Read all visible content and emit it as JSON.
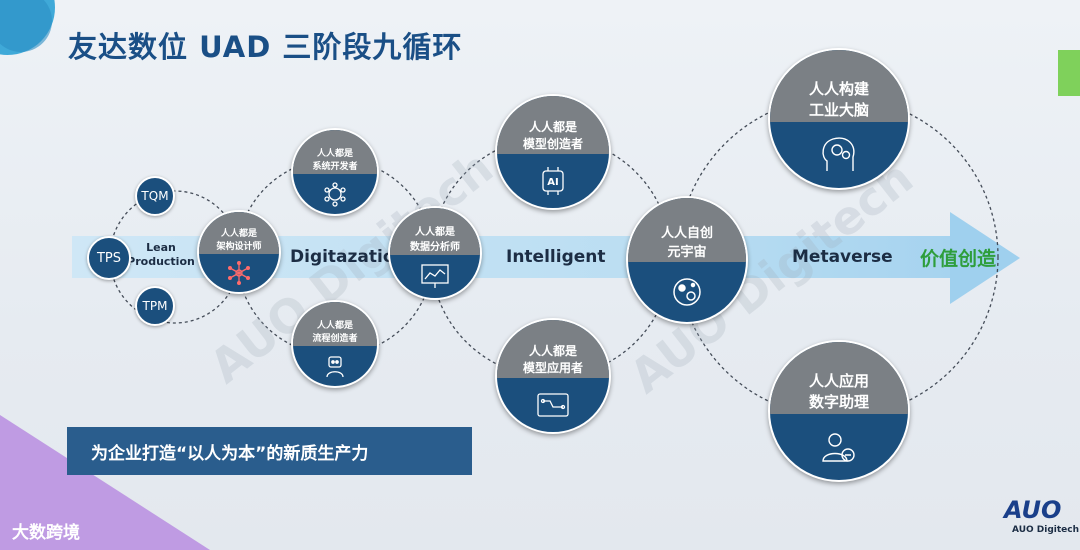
{
  "title": "友达数位 UAD 三阶段九循环",
  "stages": {
    "digitazation": "Digitazation",
    "intelligent": "Intelligent",
    "metaverse": "Metaverse"
  },
  "value_label": "价值创造",
  "lean": "Lean\nProduction",
  "small_circles": {
    "tps": "TPS",
    "tqm": "TQM",
    "tpm": "TPM"
  },
  "nodes": {
    "architect": "人人都是\n架构设计师",
    "developer": "人人都是\n系统开发者",
    "process": "人人都是\n流程创造者",
    "analyst": "人人都是\n数据分析师",
    "model_creator": "人人都是\n模型创造者",
    "model_user": "人人都是\n模型应用者",
    "metaverse_creator": "人人自创\n元宇宙",
    "brain": "人人构建\n工业大脑",
    "assistant": "人人应用\n数字助理"
  },
  "icons": {
    "ai_label": "AI"
  },
  "slogan": "为企业打造“以人为本”的新质生产力",
  "watermark": "AUO Digitech",
  "kol_brand": "大数跨境",
  "logo": {
    "main": "AUO",
    "sub": "AUO Digitech"
  },
  "colors": {
    "title": "#1a4f86",
    "node_top": "#7b8085",
    "node_bottom": "#1b4f7d",
    "value": "#2e9e3c",
    "slogan_bg": "#2a5d8d"
  }
}
